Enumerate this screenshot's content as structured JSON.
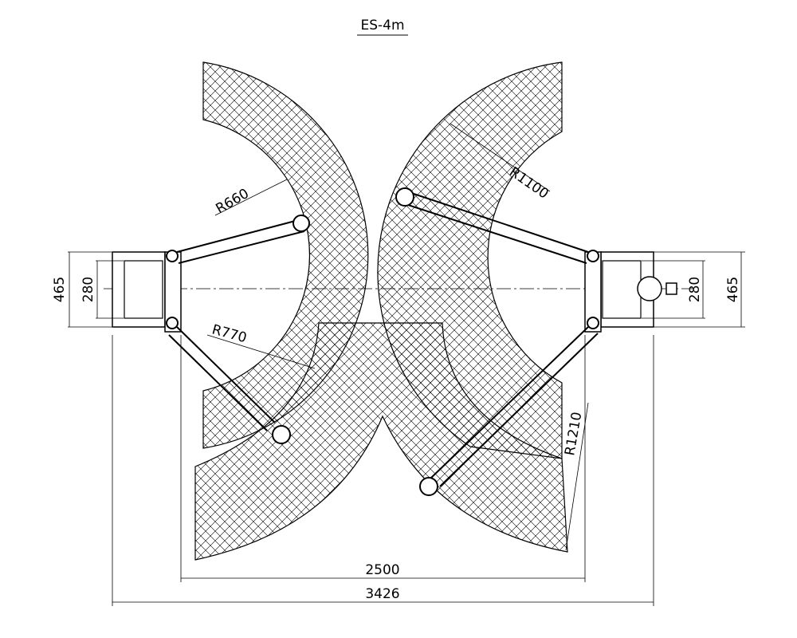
{
  "title": "ES-4m",
  "radii": {
    "left_upper": "R660",
    "left_lower": "R770",
    "right_upper": "R1100",
    "right_lower": "R1210"
  },
  "dimensions": {
    "left_outer_height": "465",
    "left_inner_height": "280",
    "right_inner_height": "280",
    "right_outer_height": "465",
    "inner_width": "2500",
    "overall_width": "3426"
  },
  "colors": {
    "line": "#000000",
    "background": "#ffffff"
  }
}
